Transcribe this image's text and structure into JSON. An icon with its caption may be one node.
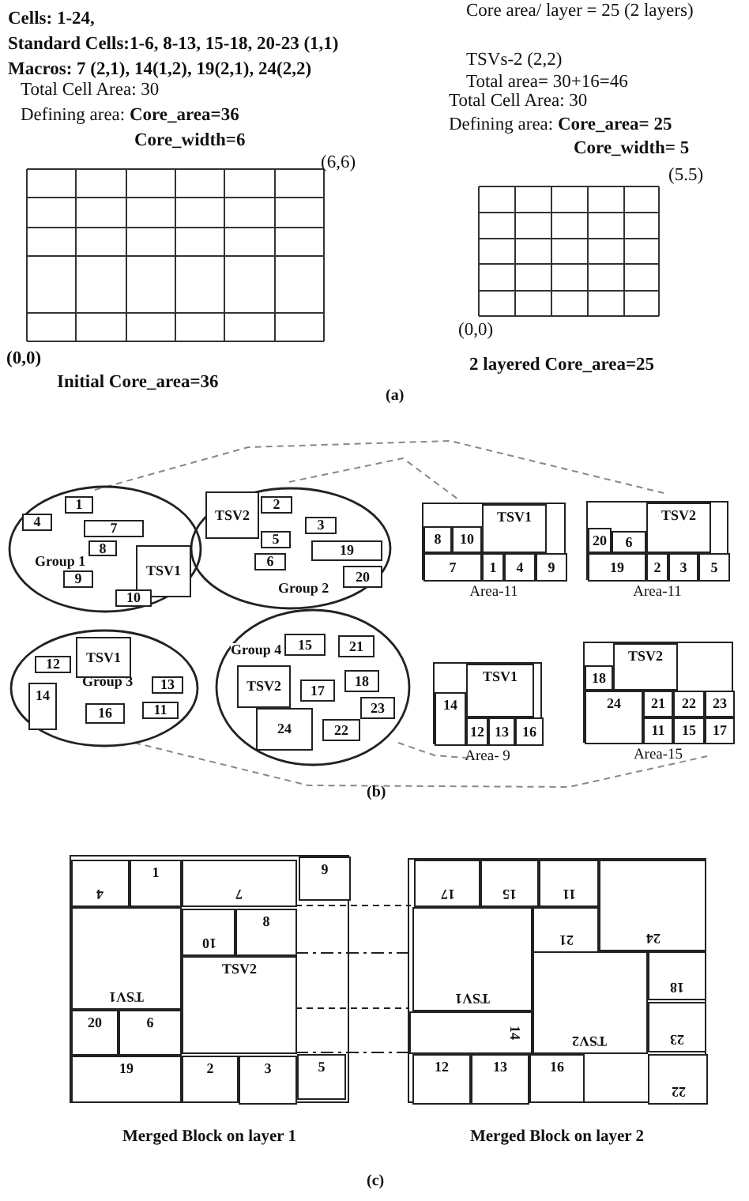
{
  "diagram": {
    "nodes": [
      {
        "text": [
          "Group 1"
        ]
      },
      {
        "text": [
          "1"
        ],
        "in": 0
      },
      {
        "text": [
          "4"
        ],
        "in": 0
      },
      {
        "text": [
          "7"
        ],
        "in": 0
      },
      {
        "text": [
          "8"
        ],
        "in": 0
      },
      {
        "text": [
          "TSV1"
        ],
        "in": 0
      },
      {
        "text": [
          "9"
        ],
        "in": 0
      },
      {
        "text": [
          "10"
        ],
        "in": 0
      },
      {
        "text": [
          "Group 2"
        ]
      },
      {
        "text": [
          "TSV2"
        ],
        "in": 8
      },
      {
        "text": [
          "2"
        ],
        "in": 8
      },
      {
        "text": [
          "3"
        ],
        "in": 8
      },
      {
        "text": [
          "5"
        ],
        "in": 8
      },
      {
        "text": [
          "19"
        ],
        "in": 8
      },
      {
        "text": [
          "6"
        ],
        "in": 8
      },
      {
        "text": [
          "20"
        ],
        "in": 8
      },
      {
        "text": [],
        "shape": "box",
        "beside": [
          "Area-11"
        ]
      },
      {
        "text": [
          "TSV1"
        ],
        "in": 16
      },
      {
        "text": [
          "8"
        ],
        "in": 16
      },
      {
        "text": [
          "10"
        ],
        "in": 16
      },
      {
        "text": [
          "7"
        ],
        "in": 16
      },
      {
        "text": [
          "1"
        ],
        "in": 16
      },
      {
        "text": [
          "4"
        ],
        "in": 16
      },
      {
        "text": [
          "9"
        ],
        "in": 16
      },
      {
        "text": [],
        "shape": "box",
        "beside": [
          "Area-11"
        ]
      },
      {
        "text": [
          "TSV2"
        ],
        "in": 24
      },
      {
        "text": [
          "20"
        ],
        "in": 24
      },
      {
        "text": [
          "6"
        ],
        "in": 24
      },
      {
        "text": [
          "19"
        ],
        "in": 24
      },
      {
        "text": [
          "2"
        ],
        "in": 24
      },
      {
        "text": [
          "3"
        ],
        "in": 24
      },
      {
        "text": [
          "5"
        ],
        "in": 24
      },
      {
        "text": [
          "Group 3"
        ]
      },
      {
        "text": [
          "TSV1"
        ],
        "in": 32
      },
      {
        "text": [
          "12"
        ],
        "in": 32
      },
      {
        "text": [
          "13"
        ],
        "in": 32
      },
      {
        "text": [
          "14"
        ],
        "in": 32
      },
      {
        "text": [
          "11"
        ],
        "in": 32
      },
      {
        "text": [
          "16"
        ],
        "in": 32
      },
      {
        "text": [
          "Group 4"
        ]
      },
      {
        "text": [
          "15"
        ],
        "in": 39
      },
      {
        "text": [
          "21"
        ],
        "in": 39
      },
      {
        "text": [
          "TSV2"
        ],
        "in": 39
      },
      {
        "text": [
          "18"
        ],
        "in": 39
      },
      {
        "text": [
          "17"
        ],
        "in": 39
      },
      {
        "text": [
          "23"
        ],
        "in": 39
      },
      {
        "text": [
          "24"
        ],
        "in": 39
      },
      {
        "text": [
          "22"
        ],
        "in": 39
      },
      {
        "text": [],
        "shape": "box",
        "beside": [
          "Area- 9"
        ]
      },
      {
        "text": [
          "TSV1"
        ],
        "in": 48
      },
      {
        "text": [
          "14"
        ],
        "in": 48
      },
      {
        "text": [
          "12"
        ],
        "in": 48
      },
      {
        "text": [
          "13"
        ],
        "in": 48
      },
      {
        "text": [
          "16"
        ],
        "in": 48
      },
      {
        "text": [],
        "shape": "box",
        "beside": [
          "Area-15"
        ]
      },
      {
        "text": [
          "TSV2"
        ],
        "in": 54
      },
      {
        "text": [
          "18"
        ],
        "in": 54
      },
      {
        "text": [
          "24"
        ],
        "in": 54
      },
      {
        "text": [
          "21"
        ],
        "in": 54
      },
      {
        "text": [
          "22"
        ],
        "in": 54
      },
      {
        "text": [
          "23"
        ],
        "in": 54
      },
      {
        "text": [
          "11"
        ],
        "in": 54
      },
      {
        "text": [
          "15"
        ],
        "in": 54
      },
      {
        "text": [
          "17"
        ],
        "in": 54
      },
      {
        "text": [],
        "shape": "box",
        "beside": [
          "Merged Block on layer 1"
        ]
      },
      {
        "text": [
          "4"
        ],
        "in": 64
      },
      {
        "text": [
          "1"
        ],
        "in": 64
      },
      {
        "text": [
          "7"
        ],
        "in": 64
      },
      {
        "text": [
          "9"
        ],
        "in": 64
      },
      {
        "text": [
          "TSV1"
        ],
        "in": 64
      },
      {
        "text": [
          "10"
        ],
        "in": 64
      },
      {
        "text": [
          "8"
        ],
        "in": 64
      },
      {
        "text": [
          "TSV2"
        ],
        "in": 64
      },
      {
        "text": [
          "20"
        ],
        "in": 64
      },
      {
        "text": [
          "6"
        ],
        "in": 64
      },
      {
        "text": [
          "19"
        ],
        "in": 64
      },
      {
        "text": [
          "2"
        ],
        "in": 64
      },
      {
        "text": [
          "3"
        ],
        "in": 64
      },
      {
        "text": [
          "5"
        ],
        "in": 64
      },
      {
        "text": [],
        "shape": "box",
        "beside": [
          "Merged Block on layer 2"
        ]
      },
      {
        "text": [
          "17"
        ],
        "in": 79
      },
      {
        "text": [
          "15"
        ],
        "in": 79
      },
      {
        "text": [
          "11"
        ],
        "in": 79
      },
      {
        "text": [
          "24"
        ],
        "in": 79
      },
      {
        "text": [
          "TSV1"
        ],
        "in": 79
      },
      {
        "text": [
          "21"
        ],
        "in": 79
      },
      {
        "text": [
          "18"
        ],
        "in": 79
      },
      {
        "text": [
          "14"
        ],
        "in": 79
      },
      {
        "text": [
          "TSV2"
        ],
        "in": 79
      },
      {
        "text": [
          "23"
        ],
        "in": 79
      },
      {
        "text": [
          "12"
        ],
        "in": 79
      },
      {
        "text": [
          "13"
        ],
        "in": 79
      },
      {
        "text": [
          "16"
        ],
        "in": 79
      },
      {
        "text": [
          "22"
        ],
        "in": 79
      }
    ],
    "labels": [
      "Cells: 1-24,",
      "Standard Cells:1-6, 8-13, 15-18, 20-23 (1,1)",
      "Macros: 7 (2,1), 14(1,2), 19(2,1), 24(2,2)",
      "Total Cell Area: 30",
      "Defining area: **Core_area=36**",
      "Core_width=6",
      "(6,6)",
      "(0,0)",
      "Initial Core_area=36",
      "Core area/ layer = 25 (2 layers)",
      "TSVs-2 (2,2)",
      "Total area= 30+16=46",
      "Total Cell Area: 30",
      "Defining area: **Core_area= 25**",
      "Core_width= 5",
      "(5.5)",
      "(0,0)",
      "2 layered Core_area=25",
      "(a)",
      "(b)",
      "(c)"
    ]
  }
}
